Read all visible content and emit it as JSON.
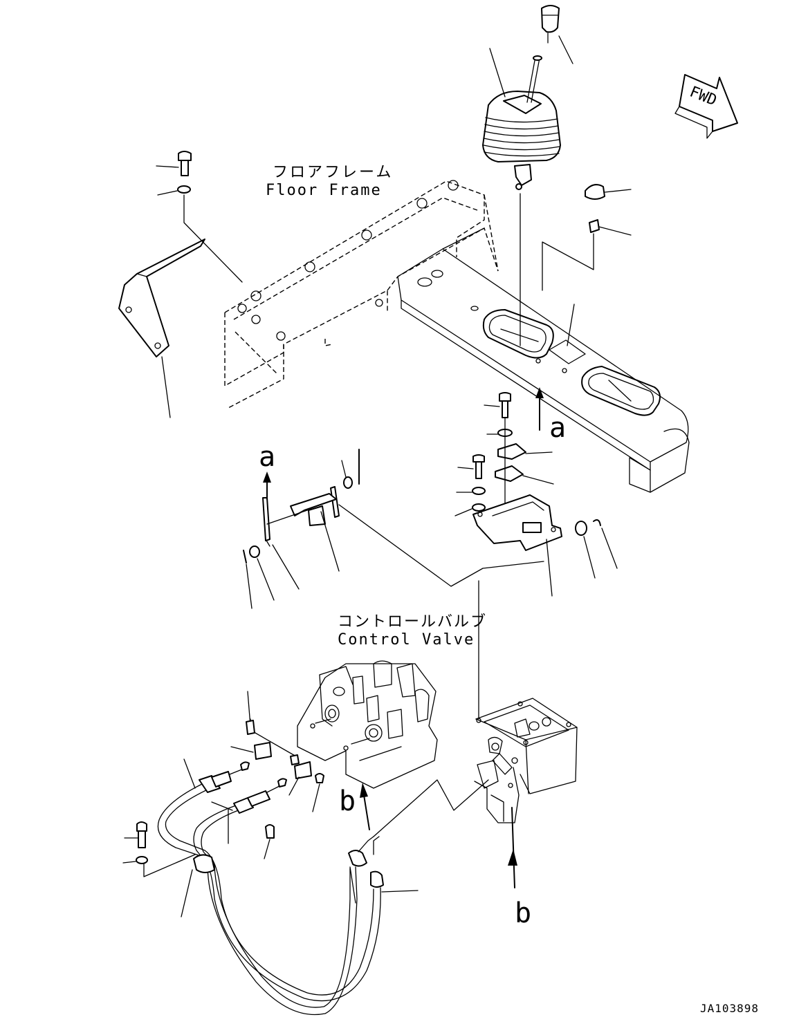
{
  "labels": {
    "floor_frame_jp": "フロアフレーム",
    "floor_frame_en": "Floor Frame",
    "control_valve_jp": "コントロールバルブ",
    "control_valve_en": "Control Valve",
    "fwd": "FWD",
    "ref_a_top": "a",
    "ref_a_mid": "a",
    "ref_b_mid": "b",
    "ref_b_bottom": "b",
    "drawing_id": "JA103898"
  }
}
